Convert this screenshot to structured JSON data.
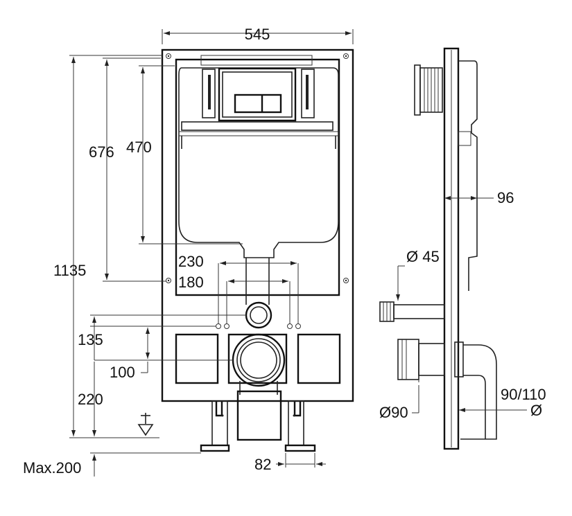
{
  "dimensions": {
    "width": "545",
    "overall_height": "1135",
    "tank_height": "676",
    "plate_height": "470",
    "spacing_outer": "230",
    "spacing_inner": "180",
    "inlet_height": "135",
    "outlet_offset": "100",
    "outlet_height": "220",
    "max_adjust": "Max.200",
    "foot_width": "82",
    "depth": "96",
    "inlet_diameter": "Ø 45",
    "outlet_diameter": "Ø90",
    "drain_diameter": "90/110",
    "drain_symbol": "Ø"
  },
  "colors": {
    "line": "#222222",
    "background": "#ffffff"
  }
}
